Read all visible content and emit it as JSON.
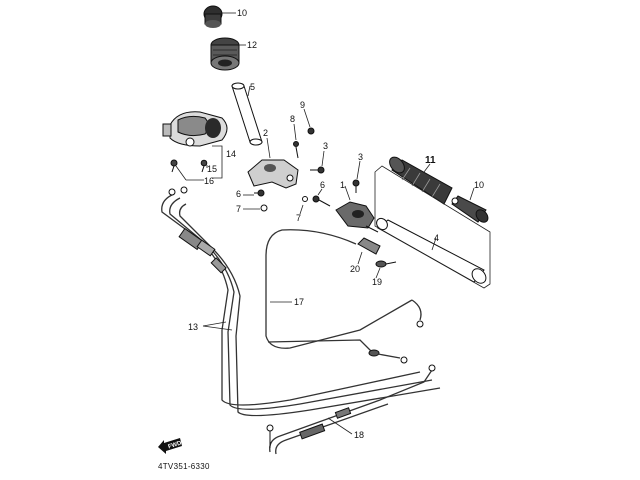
{
  "diagram_code": "4TV351-6330",
  "fwd_label": "FWD",
  "callouts": {
    "c1": "1",
    "c2": "2",
    "c3a": "3",
    "c3b": "3",
    "c4": "4",
    "c5": "5",
    "c6a": "6",
    "c6b": "6",
    "c7a": "7",
    "c7b": "7",
    "c8": "8",
    "c9": "9",
    "c10a": "10",
    "c10b": "10",
    "c11": "11",
    "c12": "12",
    "c13": "13",
    "c14": "14",
    "c15": "15",
    "c16": "16",
    "c17": "17",
    "c18": "18",
    "c19": "19",
    "c20": "20"
  },
  "colors": {
    "ink": "#111111",
    "grip": "#3a3a3a",
    "paper": "#ffffff"
  }
}
